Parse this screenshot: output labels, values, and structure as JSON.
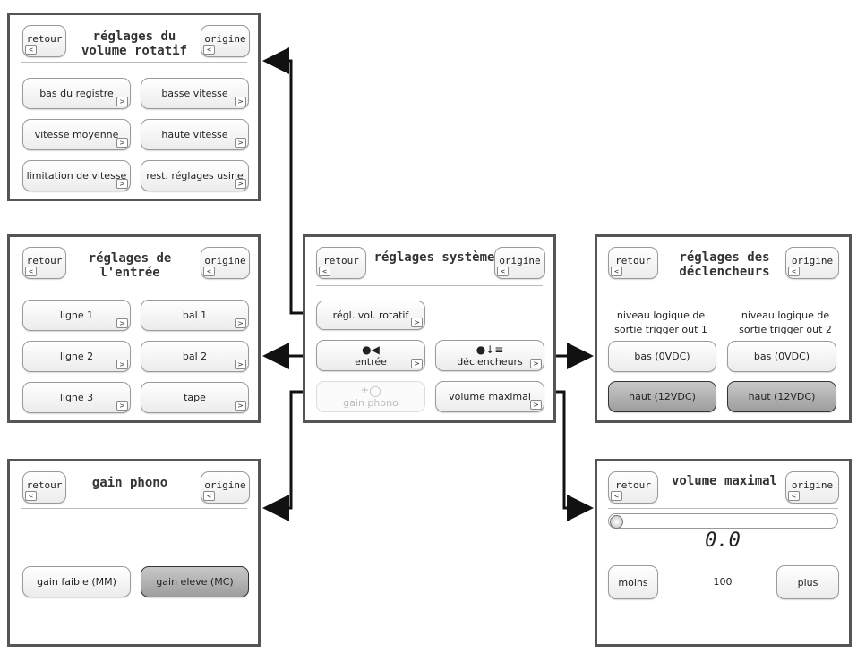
{
  "system": {
    "title": "réglages système",
    "back": "retour",
    "home": "origine",
    "btn_rotary": "régl. vol. rotatif",
    "btn_input": "entrée",
    "btn_triggers": "déclencheurs",
    "btn_phono": "gain phono",
    "btn_maxvol": "volume maximal"
  },
  "rotary": {
    "title_line1": "réglages du",
    "title_line2": "volume rotatif",
    "back": "retour",
    "home": "origine",
    "buttons": [
      "bas du registre",
      "basse vitesse",
      "vitesse moyenne",
      "haute vitesse",
      "limitation de vitesse",
      "rest. réglages usine"
    ]
  },
  "input": {
    "title_line1": "réglages de",
    "title_line2": "l'entrée",
    "back": "retour",
    "home": "origine",
    "buttons": [
      "ligne 1",
      "bal 1",
      "ligne 2",
      "bal 2",
      "ligne 3",
      "tape"
    ]
  },
  "phono": {
    "title": "gain phono",
    "back": "retour",
    "home": "origine",
    "low": "gain faible (MM)",
    "high": "gain eleve (MC)"
  },
  "triggers": {
    "title_line1": "réglages des",
    "title_line2": "déclencheurs",
    "back": "retour",
    "home": "origine",
    "col1_line1": "niveau logique de",
    "col1_line2": "sortie trigger out 1",
    "col2_line1": "niveau logique de",
    "col2_line2": "sortie trigger out 2",
    "low1": "bas (0VDC)",
    "low2": "bas (0VDC)",
    "high1": "haut (12VDC)",
    "high2": "haut (12VDC)"
  },
  "maxvol": {
    "title": "volume maximal",
    "back": "retour",
    "home": "origine",
    "readout": "0.0",
    "level": 0,
    "minus": "moins",
    "value": "100",
    "plus": "plus"
  },
  "icons": {
    "back_arrow": "<",
    "next_arrow": ">"
  }
}
